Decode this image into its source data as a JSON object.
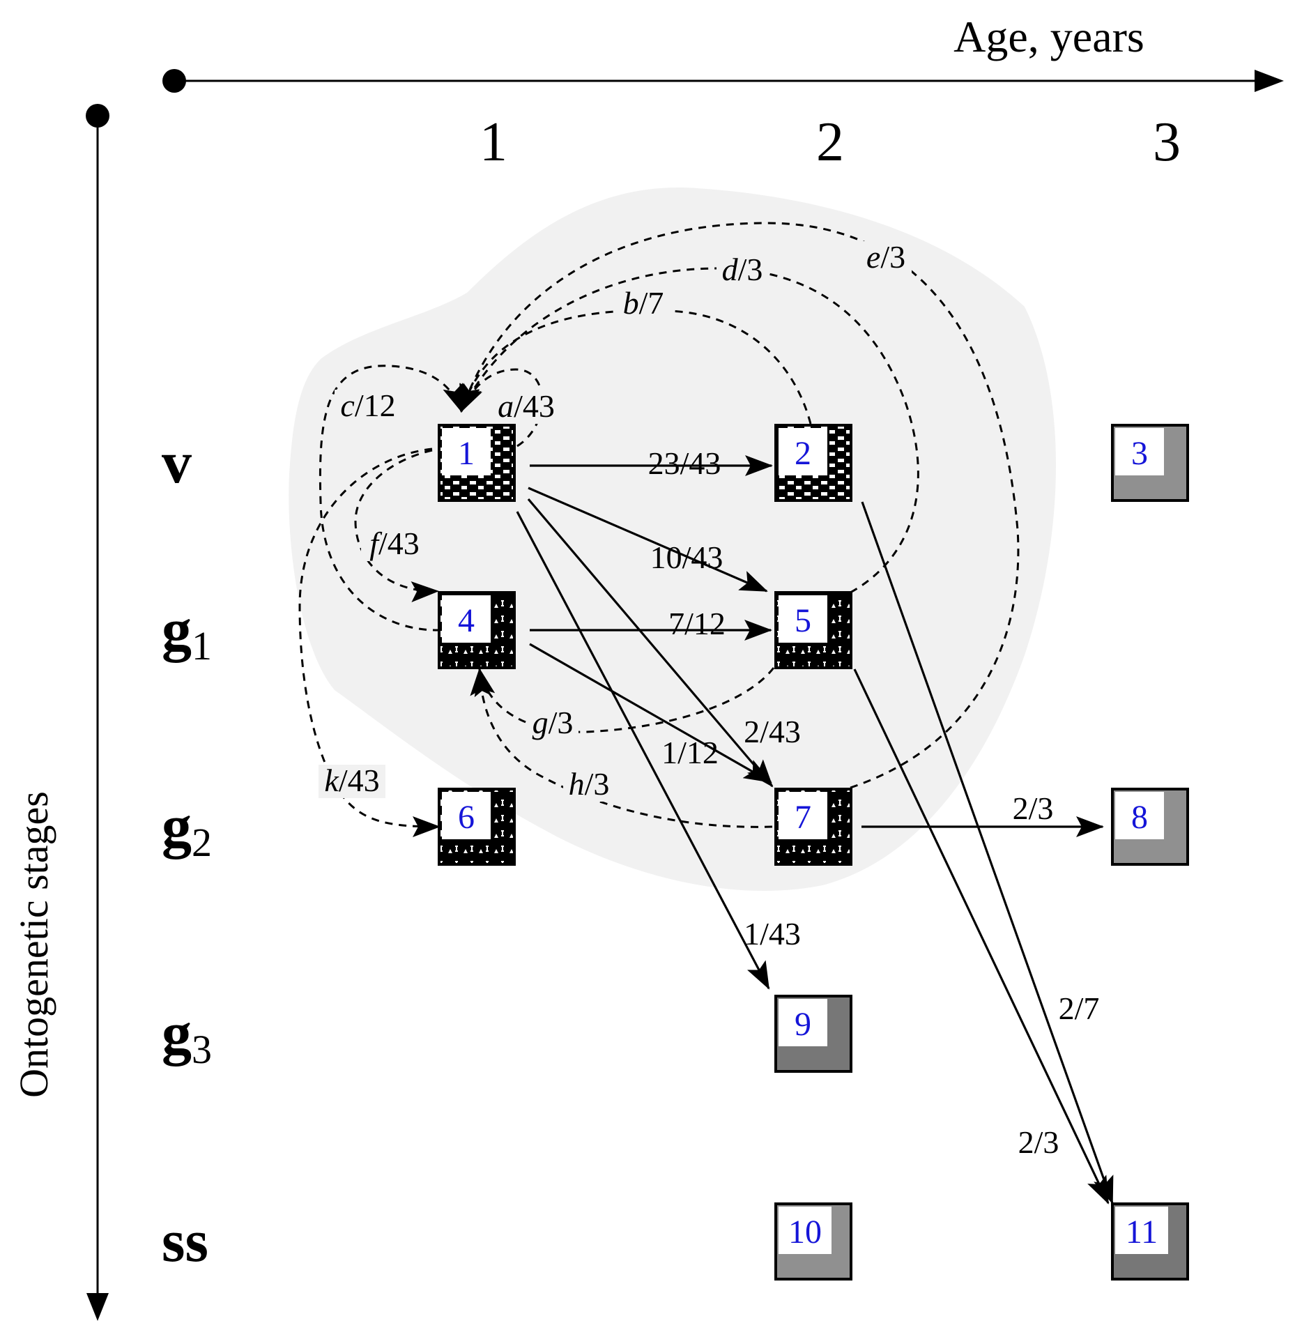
{
  "axes": {
    "age_label": "Age, years",
    "stage_label": "Ontogenetic stages",
    "ages": [
      "1",
      "2",
      "3"
    ],
    "stages": [
      {
        "id": "v",
        "main": "v",
        "sub": ""
      },
      {
        "id": "g1",
        "main": "g",
        "sub": "1"
      },
      {
        "id": "g2",
        "main": "g",
        "sub": "2"
      },
      {
        "id": "g3",
        "main": "g",
        "sub": "3"
      },
      {
        "id": "ss",
        "main": "ss",
        "sub": ""
      }
    ]
  },
  "colors": {
    "background_region": "#f1f1f1",
    "node_number": "#1515d8",
    "dark_fill": "#000000",
    "gray_fill": "#909090",
    "dark_gray_fill": "#777777"
  },
  "nodes": [
    {
      "id": "1",
      "label": "1",
      "stage": "v",
      "age": "1",
      "style": "checker"
    },
    {
      "id": "2",
      "label": "2",
      "stage": "v",
      "age": "2",
      "style": "checker"
    },
    {
      "id": "3",
      "label": "3",
      "stage": "v",
      "age": "3",
      "style": "gray"
    },
    {
      "id": "4",
      "label": "4",
      "stage": "g1",
      "age": "1",
      "style": "dotted"
    },
    {
      "id": "5",
      "label": "5",
      "stage": "g1",
      "age": "2",
      "style": "dotted"
    },
    {
      "id": "6",
      "label": "6",
      "stage": "g2",
      "age": "1",
      "style": "dotted"
    },
    {
      "id": "7",
      "label": "7",
      "stage": "g2",
      "age": "2",
      "style": "dotted"
    },
    {
      "id": "8",
      "label": "8",
      "stage": "g2",
      "age": "3",
      "style": "gray"
    },
    {
      "id": "9",
      "label": "9",
      "stage": "g3",
      "age": "2",
      "style": "darkgray"
    },
    {
      "id": "10",
      "label": "10",
      "stage": "ss",
      "age": "2",
      "style": "gray"
    },
    {
      "id": "11",
      "label": "11",
      "stage": "ss",
      "age": "3",
      "style": "darkgray"
    }
  ],
  "transitions": [
    {
      "from": "1",
      "to": "2",
      "label": "23/43",
      "kind": "solid"
    },
    {
      "from": "1",
      "to": "5",
      "label": "10/43",
      "kind": "solid"
    },
    {
      "from": "1",
      "to": "7",
      "label": "2/43",
      "kind": "solid"
    },
    {
      "from": "1",
      "to": "9",
      "label": "1/43",
      "kind": "solid"
    },
    {
      "from": "4",
      "to": "5",
      "label": "7/12",
      "kind": "solid"
    },
    {
      "from": "4",
      "to": "7",
      "label": "1/12",
      "kind": "solid"
    },
    {
      "from": "7",
      "to": "8",
      "label": "2/3",
      "kind": "solid"
    },
    {
      "from": "2",
      "to": "11",
      "label": "2/7",
      "kind": "solid"
    },
    {
      "from": "5",
      "to": "11",
      "label": "2/3",
      "kind": "solid"
    }
  ],
  "reproductions": [
    {
      "from": "1",
      "to": "1",
      "italic": "a",
      "rest": "/43"
    },
    {
      "from": "2",
      "to": "1",
      "italic": "b",
      "rest": "/7"
    },
    {
      "from": "4",
      "to": "1",
      "italic": "c",
      "rest": "/12"
    },
    {
      "from": "5",
      "to": "1",
      "italic": "d",
      "rest": "/3"
    },
    {
      "from": "7",
      "to": "1",
      "italic": "e",
      "rest": "/3"
    },
    {
      "from": "1",
      "to": "4",
      "italic": "f",
      "rest": "/43"
    },
    {
      "from": "5",
      "to": "4",
      "italic": "g",
      "rest": "/3"
    },
    {
      "from": "7",
      "to": "4",
      "italic": "h",
      "rest": "/3"
    },
    {
      "from": "1",
      "to": "6",
      "italic": "k",
      "rest": "/43"
    }
  ]
}
